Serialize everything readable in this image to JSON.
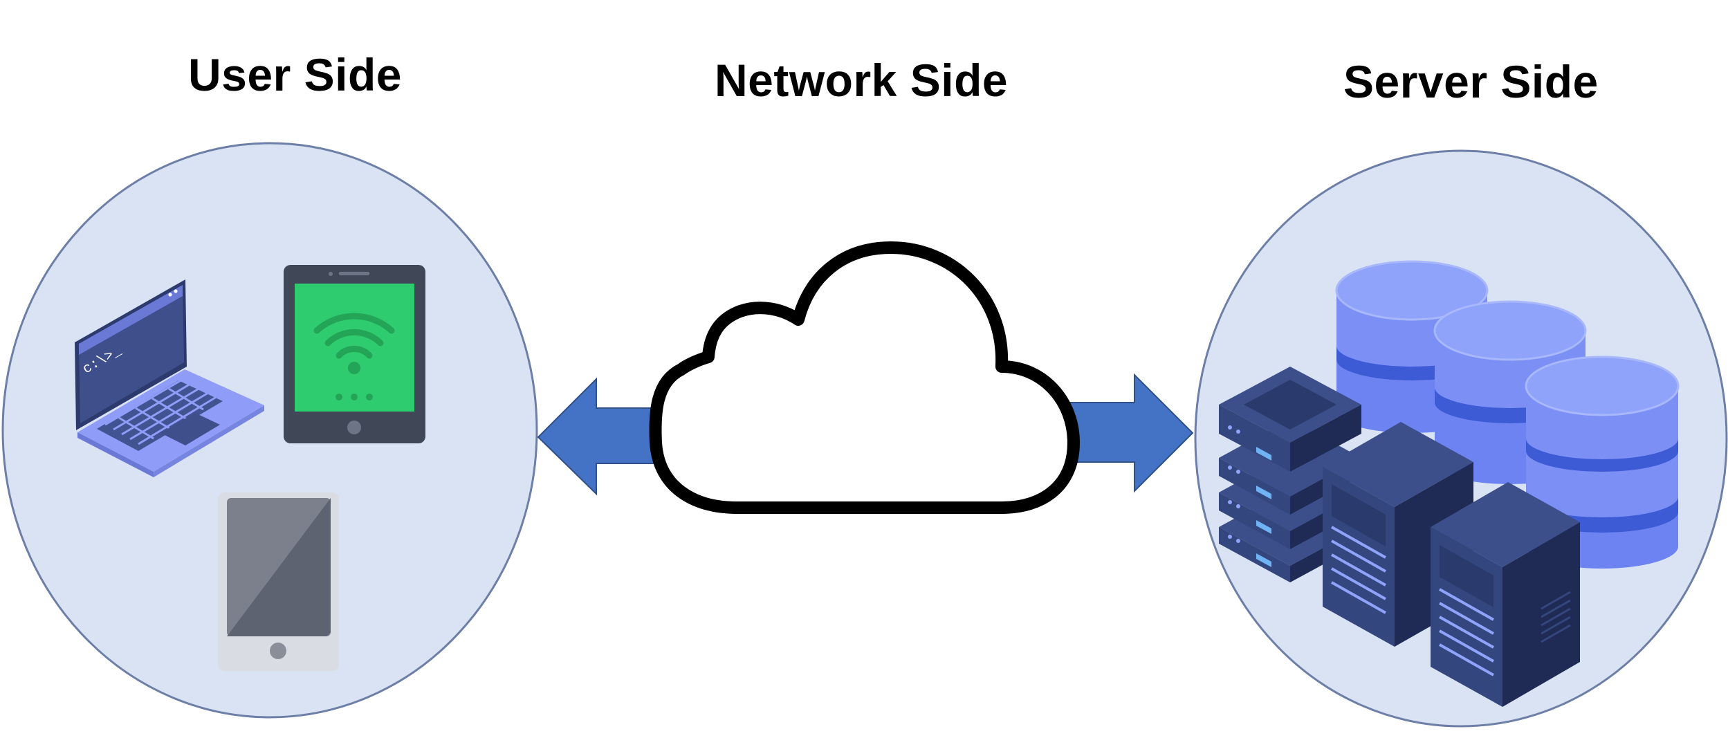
{
  "titles": {
    "user_side": "User Side",
    "network_side": "Network Side",
    "server_side": "Server Side"
  },
  "devices": {
    "laptop_prompt": "c:\\>_"
  },
  "colors": {
    "circle_fill": "#dae3f3",
    "circle_stroke": "#6d7fa6",
    "arrow_fill": "#4472c4",
    "arrow_stroke": "#2f4f87",
    "cloud_stroke": "#000000",
    "laptop_body": "#8f9cf8",
    "laptop_screen": "#3e4f8c",
    "tablet_body": "#404858",
    "tablet_screen": "#2ecc6f",
    "phone_body": "#d9dce3",
    "phone_screen": "#5e6372",
    "db_top": "#8fa3fb",
    "db_side": "#6d83f2",
    "db_band": "#3e5bd6",
    "server_front": "#33467d",
    "server_side": "#1f2b55",
    "server_top": "#3c4f8a"
  }
}
